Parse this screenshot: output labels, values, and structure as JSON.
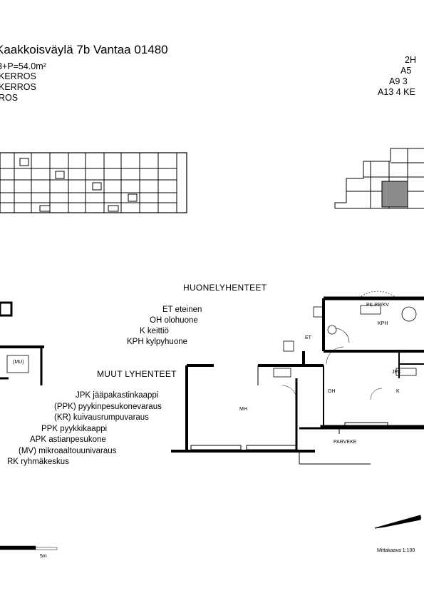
{
  "header": {
    "address": "Kaakkoisväylä 7b Vantaa 01480",
    "line_area": "3+P=54.0m²",
    "line_floor_a": "KERROS",
    "line_floor_b": "KERROS",
    "line_floor_c": "ROS"
  },
  "apartment_ids": {
    "type": "2H",
    "a5": "A5",
    "a9": "A9   3",
    "a13": "A13   4 KE"
  },
  "legend": {
    "rooms_heading": "HUONELYHENTEET",
    "rooms": [
      "ET  eteinen",
      "OH  olohuone",
      "K  keittiö",
      "KPH  kylpyhuone"
    ],
    "other_heading": "MUUT LYHENTEET",
    "other": [
      "JPK  jääpakastinkaappi",
      "(PPK)  pyykinpesukonevaraus",
      "(KR)  kuivausrumpuvaraus",
      "PPK  pyykkikaappi",
      "APK  astianpesukone",
      "(MV)  mikroaaltouunivaraus",
      "RK  ryhmäkeskus"
    ]
  },
  "plan_labels": {
    "kph": "KPH",
    "et": "ET",
    "oh": "OH",
    "k": "K",
    "mh": "MH",
    "parveke": "PARVEKE",
    "pk_pp": "PK PP/KV",
    "jpk": "JPK",
    "mu": "(MU)"
  },
  "scale": {
    "bar_label": "5m",
    "text": "Mittakaava 1:100",
    "north": "P"
  }
}
